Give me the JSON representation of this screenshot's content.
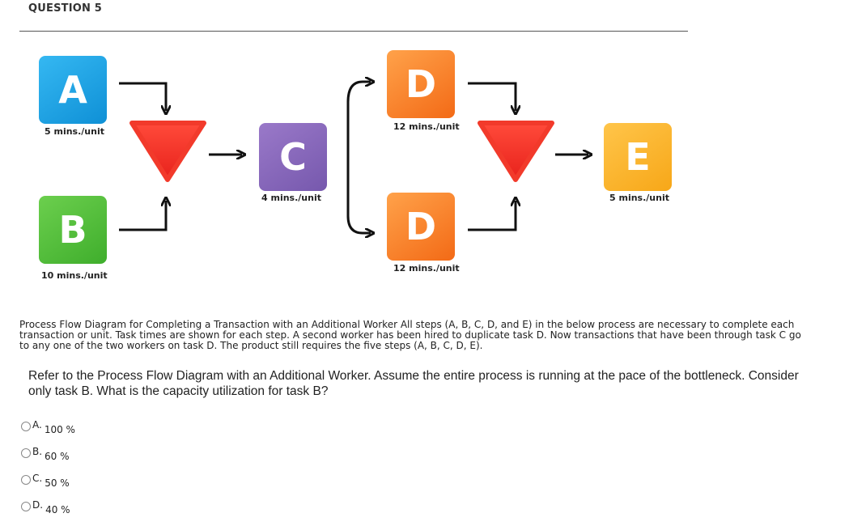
{
  "question": {
    "title": "QUESTION 5"
  },
  "diagram": {
    "steps": [
      {
        "letter": "A",
        "time": "5 mins./unit",
        "color": "#1fa4e6"
      },
      {
        "letter": "B",
        "time": "10 mins./unit",
        "color": "#52bf3a"
      },
      {
        "letter": "C",
        "time": "4 mins./unit",
        "color": "#8868bb"
      },
      {
        "letter": "D",
        "time": "12 mins./unit",
        "color": "#f5801f"
      },
      {
        "letter": "D",
        "time": "12 mins./unit",
        "color": "#f5801f"
      },
      {
        "letter": "E",
        "time": "5 mins./unit",
        "color": "#f9b42b"
      }
    ],
    "buffer_color": "#f2352a"
  },
  "description": "Process Flow Diagram for Completing a Transaction with an Additional Worker All steps (A, B, C, D, and E) in the below process are necessary to complete each transaction or unit. Task times are shown for each step. A second worker has been hired to duplicate task D. Now transactions that have been through task C go to any one of the two workers on task D. The product still requires the five steps (A, B, C, D, E).",
  "prompt": "Refer to the Process Flow Diagram with an Additional Worker. Assume the entire process is running at the pace of the bottleneck. Consider only task B. What is the capacity utilization for task B?",
  "choices": [
    {
      "letter": "A.",
      "text": "100 %"
    },
    {
      "letter": "B.",
      "text": "60 %"
    },
    {
      "letter": "C.",
      "text": "50 %"
    },
    {
      "letter": "D.",
      "text": "40 %"
    }
  ]
}
